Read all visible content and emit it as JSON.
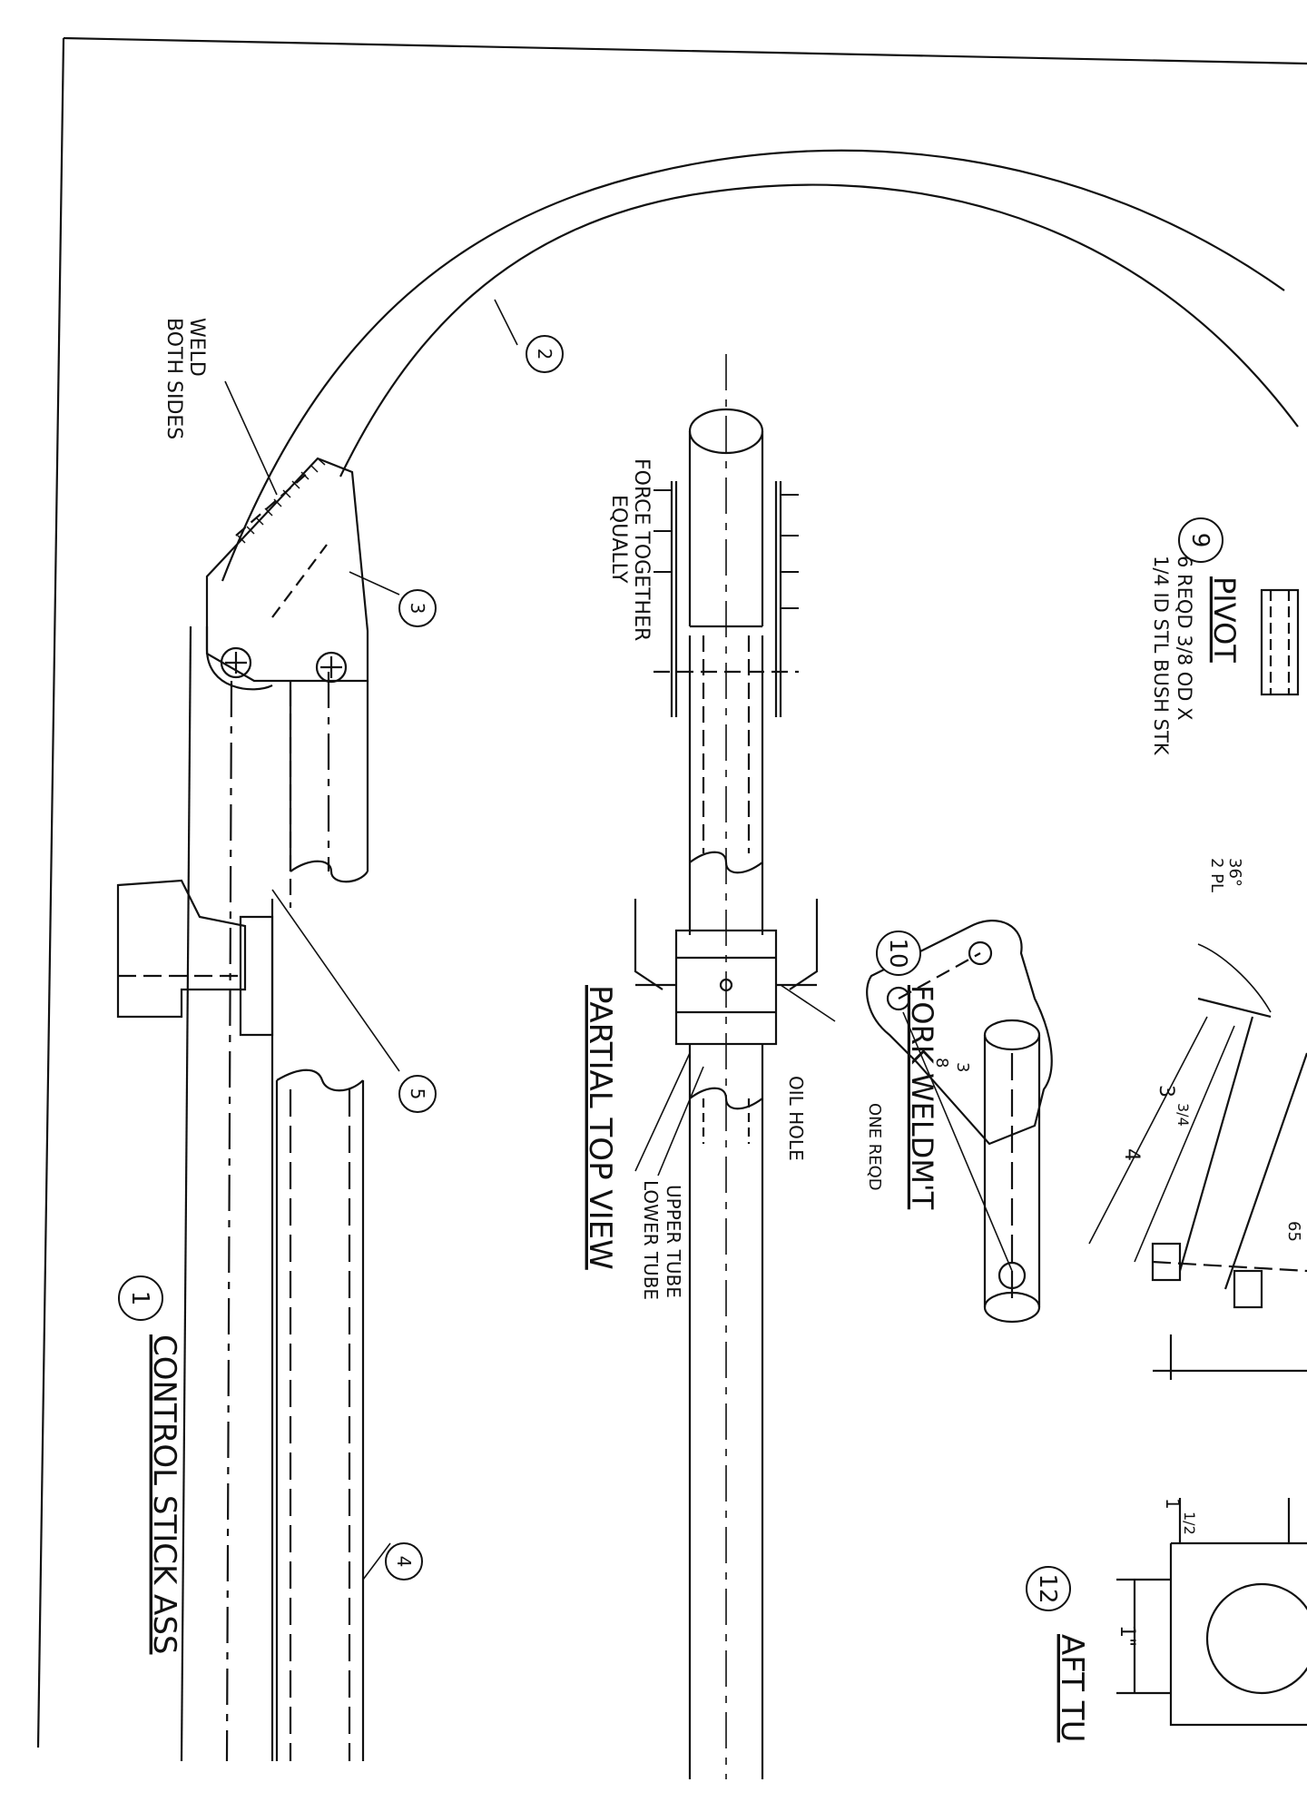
{
  "drawing": {
    "ink_color": "#111111",
    "paper_color": "#ffffff",
    "main_title": {
      "num": "1",
      "text": "CONTROL STICK ASS"
    },
    "weld_note": {
      "line1": "WELD",
      "line2": "BOTH SIDES"
    },
    "force_note": {
      "line1": "FORCE TOGETHER",
      "line2": "EQUALLY"
    },
    "partial_view_title": "PARTIAL TOP VIEW",
    "oil_hole_label": "OIL HOLE",
    "upper_tube_label": "UPPER TUBE",
    "lower_tube_label": "LOWER TUBE",
    "item_9": {
      "num": "9",
      "title": "PIVOT",
      "line1": "6 REQD 3/8 OD X",
      "line2": "1/4 ID STL BUSH STK"
    },
    "item_10": {
      "num": "10",
      "title": "FORK WELDM'T",
      "sub": "ONE REQD"
    },
    "item_12": {
      "num": "12",
      "title": "AFT TU"
    },
    "balloons": {
      "b2": "2",
      "b3": "3",
      "b4": "4",
      "b5": "5"
    },
    "dims": {
      "angle": "36°",
      "angle_pl": "2 PL",
      "four": "4",
      "three_quarter_whole": "3",
      "three_quarter_frac": "3/4",
      "three_eighth_num": "3",
      "three_eighth_den": "8",
      "one_inch": "1\"",
      "one_half_whole": "1",
      "one_half_frac": "1/2",
      "partial_cut": "65"
    }
  }
}
